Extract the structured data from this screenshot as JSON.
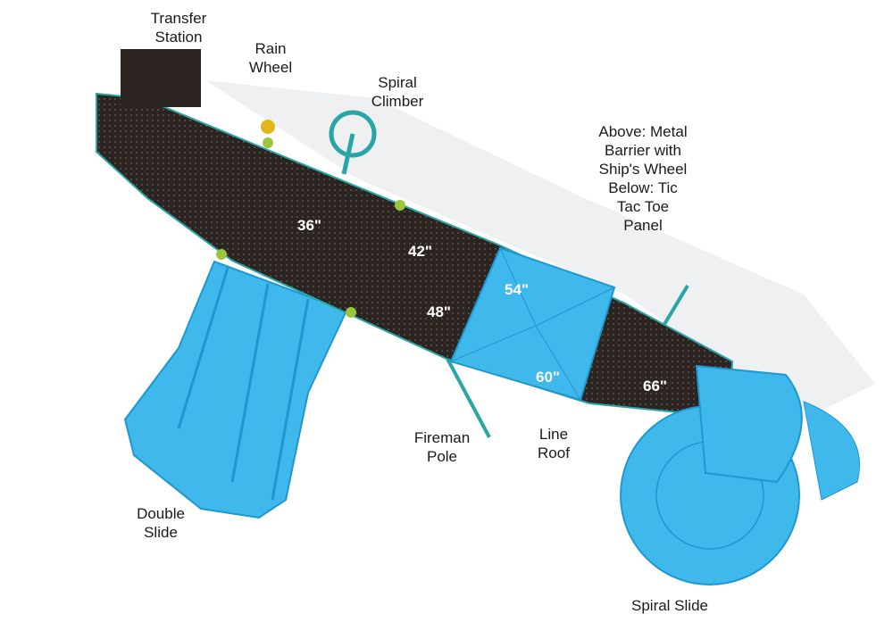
{
  "title": "Playground top view",
  "colors": {
    "deck": "#2b2421",
    "plastic": "#3fb8ec",
    "plastic_dark": "#1f97cf",
    "frame": "#2aa5a5",
    "clamp": "#9bc53d"
  },
  "labels": {
    "transfer_station": "Transfer\nStation",
    "rain_wheel": "Rain\nWheel",
    "spiral_climber": "Spiral\nClimber",
    "metal_barrier": "Above: Metal\nBarrier with\nShip's Wheel\nBelow: Tic\nTac Toe\nPanel",
    "fireman_pole": "Fireman\nPole",
    "line_roof": "Line\nRoof",
    "double_slide": "Double\nSlide",
    "spiral_slide": "Spiral Slide"
  },
  "deck_heights": {
    "d36": "36\"",
    "d42": "42\"",
    "d48": "48\"",
    "d54": "54\"",
    "d60": "60\"",
    "d66": "66\""
  }
}
